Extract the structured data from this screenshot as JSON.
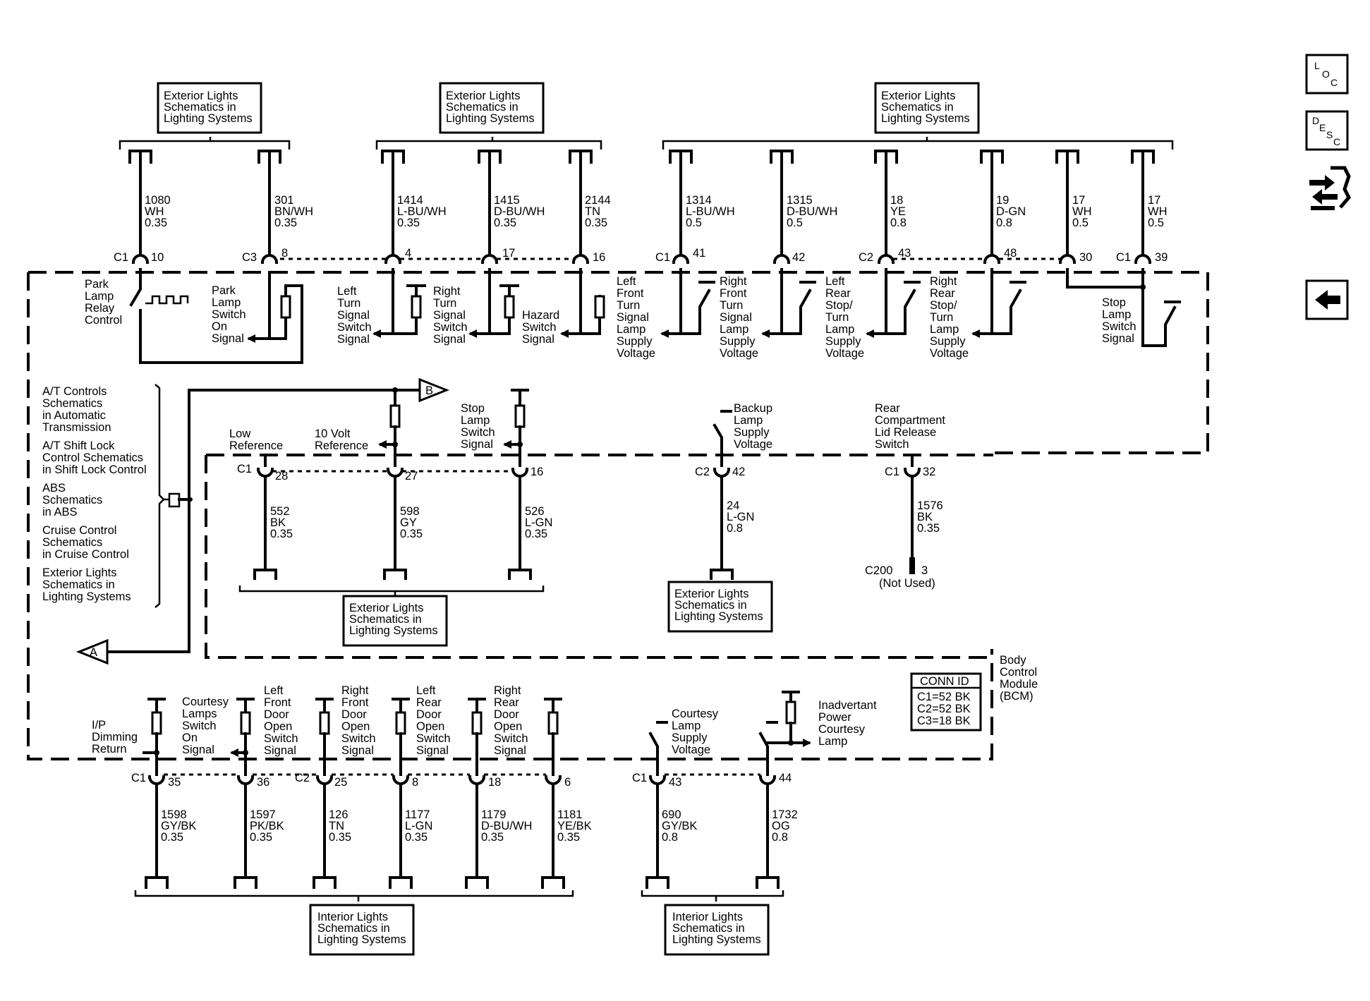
{
  "references": {
    "ext_lights": [
      "Exterior Lights",
      "Schematics in",
      "Lighting Systems"
    ],
    "int_lights": [
      "Interior Lights",
      "Schematics in",
      "Lighting Systems"
    ]
  },
  "top_circuits": [
    {
      "cavity": "10",
      "number": "1080",
      "color": "WH",
      "gauge": "0.35",
      "connector": "C1"
    },
    {
      "cavity": "8",
      "number": "301",
      "color": "BN/WH",
      "gauge": "0.35",
      "connector": "C3"
    },
    {
      "cavity": "4",
      "number": "1414",
      "color": "L-BU/WH",
      "gauge": "0.35"
    },
    {
      "cavity": "17",
      "number": "1415",
      "color": "D-BU/WH",
      "gauge": "0.35"
    },
    {
      "cavity": "16",
      "number": "2144",
      "color": "TN",
      "gauge": "0.35"
    },
    {
      "cavity": "41",
      "number": "1314",
      "color": "L-BU/WH",
      "gauge": "0.5",
      "connector": "C1"
    },
    {
      "cavity": "42",
      "number": "1315",
      "color": "D-BU/WH",
      "gauge": "0.5"
    },
    {
      "cavity": "43",
      "number": "18",
      "color": "YE",
      "gauge": "0.8",
      "connector": "C2"
    },
    {
      "cavity": "48",
      "number": "19",
      "color": "D-GN",
      "gauge": "0.8"
    },
    {
      "cavity": "30",
      "number": "17",
      "color": "WH",
      "gauge": "0.5"
    },
    {
      "cavity": "39",
      "number": "17",
      "color": "WH",
      "gauge": "0.5",
      "connector": "C1"
    }
  ],
  "top_labels": {
    "park_relay": [
      "Park",
      "Lamp",
      "Relay",
      "Control"
    ],
    "park_switch": [
      "Park",
      "Lamp",
      "Switch",
      "On",
      "Signal"
    ],
    "left_turn": [
      "Left",
      "Turn",
      "Signal",
      "Switch",
      "Signal"
    ],
    "right_turn": [
      "Right",
      "Turn",
      "Signal",
      "Switch",
      "Signal"
    ],
    "hazard": [
      "Hazard",
      "Switch",
      "Signal"
    ],
    "lf_turn": [
      "Left",
      "Front",
      "Turn",
      "Signal",
      "Lamp",
      "Supply",
      "Voltage"
    ],
    "rf_turn": [
      "Right",
      "Front",
      "Turn",
      "Signal",
      "Lamp",
      "Supply",
      "Voltage"
    ],
    "lr_stop": [
      "Left",
      "Rear",
      "Stop/",
      "Turn",
      "Lamp",
      "Supply",
      "Voltage"
    ],
    "rr_stop": [
      "Right",
      "Rear",
      "Stop/",
      "Turn",
      "Lamp",
      "Supply",
      "Voltage"
    ],
    "stop_switch": [
      "Stop",
      "Lamp",
      "Switch",
      "Signal"
    ]
  },
  "middle": {
    "left_refs": [
      [
        "A/T Controls",
        "Schematics",
        "in Automatic",
        "Transmission"
      ],
      [
        "A/T Shift Lock",
        "Control Schematics",
        "in Shift Lock Control"
      ],
      [
        "ABS",
        "Schematics",
        "in ABS"
      ],
      [
        "Cruise Control",
        "Schematics",
        "in Cruise Control"
      ],
      [
        "Exterior Lights",
        "Schematics in",
        "Lighting Systems"
      ]
    ],
    "offpage_a": "A",
    "offpage_b": "B",
    "low_ref": [
      "Low",
      "Reference"
    ],
    "ten_volt": [
      "10 Volt",
      "Reference"
    ],
    "stop_signal": [
      "Stop",
      "Lamp",
      "Switch",
      "Signal"
    ],
    "backup": [
      "Backup",
      "Lamp",
      "Supply",
      "Voltage"
    ],
    "rear_lid": [
      "Rear",
      "Compartment",
      "Lid Release",
      "Switch"
    ],
    "circuits": [
      {
        "connector": "C1",
        "cavity": "28",
        "number": "552",
        "color": "BK",
        "gauge": "0.35"
      },
      {
        "cavity": "27",
        "number": "598",
        "color": "GY",
        "gauge": "0.35"
      },
      {
        "cavity": "16",
        "number": "526",
        "color": "L-GN",
        "gauge": "0.35"
      },
      {
        "connector": "C2",
        "cavity": "42",
        "number": "24",
        "color": "L-GN",
        "gauge": "0.8"
      },
      {
        "connector": "C1",
        "cavity": "32",
        "number": "1576",
        "color": "BK",
        "gauge": "0.35"
      }
    ],
    "c200": {
      "name": "C200",
      "pin": "3",
      "note": "(Not Used)"
    }
  },
  "bcm": {
    "name": [
      "Body",
      "Control",
      "Module",
      "(BCM)"
    ],
    "conn_title": "CONN ID",
    "conn_ids": [
      "C1=52 BK",
      "C2=52 BK",
      "C3=18 BK"
    ]
  },
  "bottom_labels": {
    "ip_dim": [
      "I/P",
      "Dimming",
      "Return"
    ],
    "courtesy_sw": [
      "Courtesy",
      "Lamps",
      "Switch",
      "On",
      "Signal"
    ],
    "lf_door": [
      "Left",
      "Front",
      "Door",
      "Open",
      "Switch",
      "Signal"
    ],
    "rf_door": [
      "Right",
      "Front",
      "Door",
      "Open",
      "Switch",
      "Signal"
    ],
    "lr_door": [
      "Left",
      "Rear",
      "Door",
      "Open",
      "Switch",
      "Signal"
    ],
    "rr_door": [
      "Right",
      "Rear",
      "Door",
      "Open",
      "Switch",
      "Signal"
    ],
    "courtesy_supply": [
      "Courtesy",
      "Lamp",
      "Supply",
      "Voltage"
    ],
    "inadvertent": [
      "Inadvertant",
      "Power",
      "Courtesy",
      "Lamp"
    ]
  },
  "bottom_circuits": [
    {
      "connector": "C1",
      "cavity": "35",
      "number": "1598",
      "color": "GY/BK",
      "gauge": "0.35"
    },
    {
      "cavity": "36",
      "number": "1597",
      "color": "PK/BK",
      "gauge": "0.35"
    },
    {
      "connector": "C2",
      "cavity": "25",
      "number": "126",
      "color": "TN",
      "gauge": "0.35"
    },
    {
      "cavity": "8",
      "number": "1177",
      "color": "L-GN",
      "gauge": "0.35"
    },
    {
      "cavity": "18",
      "number": "1179",
      "color": "D-BU/WH",
      "gauge": "0.35"
    },
    {
      "cavity": "6",
      "number": "1181",
      "color": "YE/BK",
      "gauge": "0.35"
    },
    {
      "connector": "C1",
      "cavity": "43",
      "number": "690",
      "color": "GY/BK",
      "gauge": "0.8"
    },
    {
      "cavity": "44",
      "number": "1732",
      "color": "OG",
      "gauge": "0.8"
    }
  ],
  "side_icons": {
    "loc": [
      "L",
      "O",
      "C"
    ],
    "desc": [
      "D",
      "E",
      "S",
      "C"
    ],
    "repair_icon": "repair-procedure-icon",
    "back_icon": "back-arrow-icon"
  }
}
